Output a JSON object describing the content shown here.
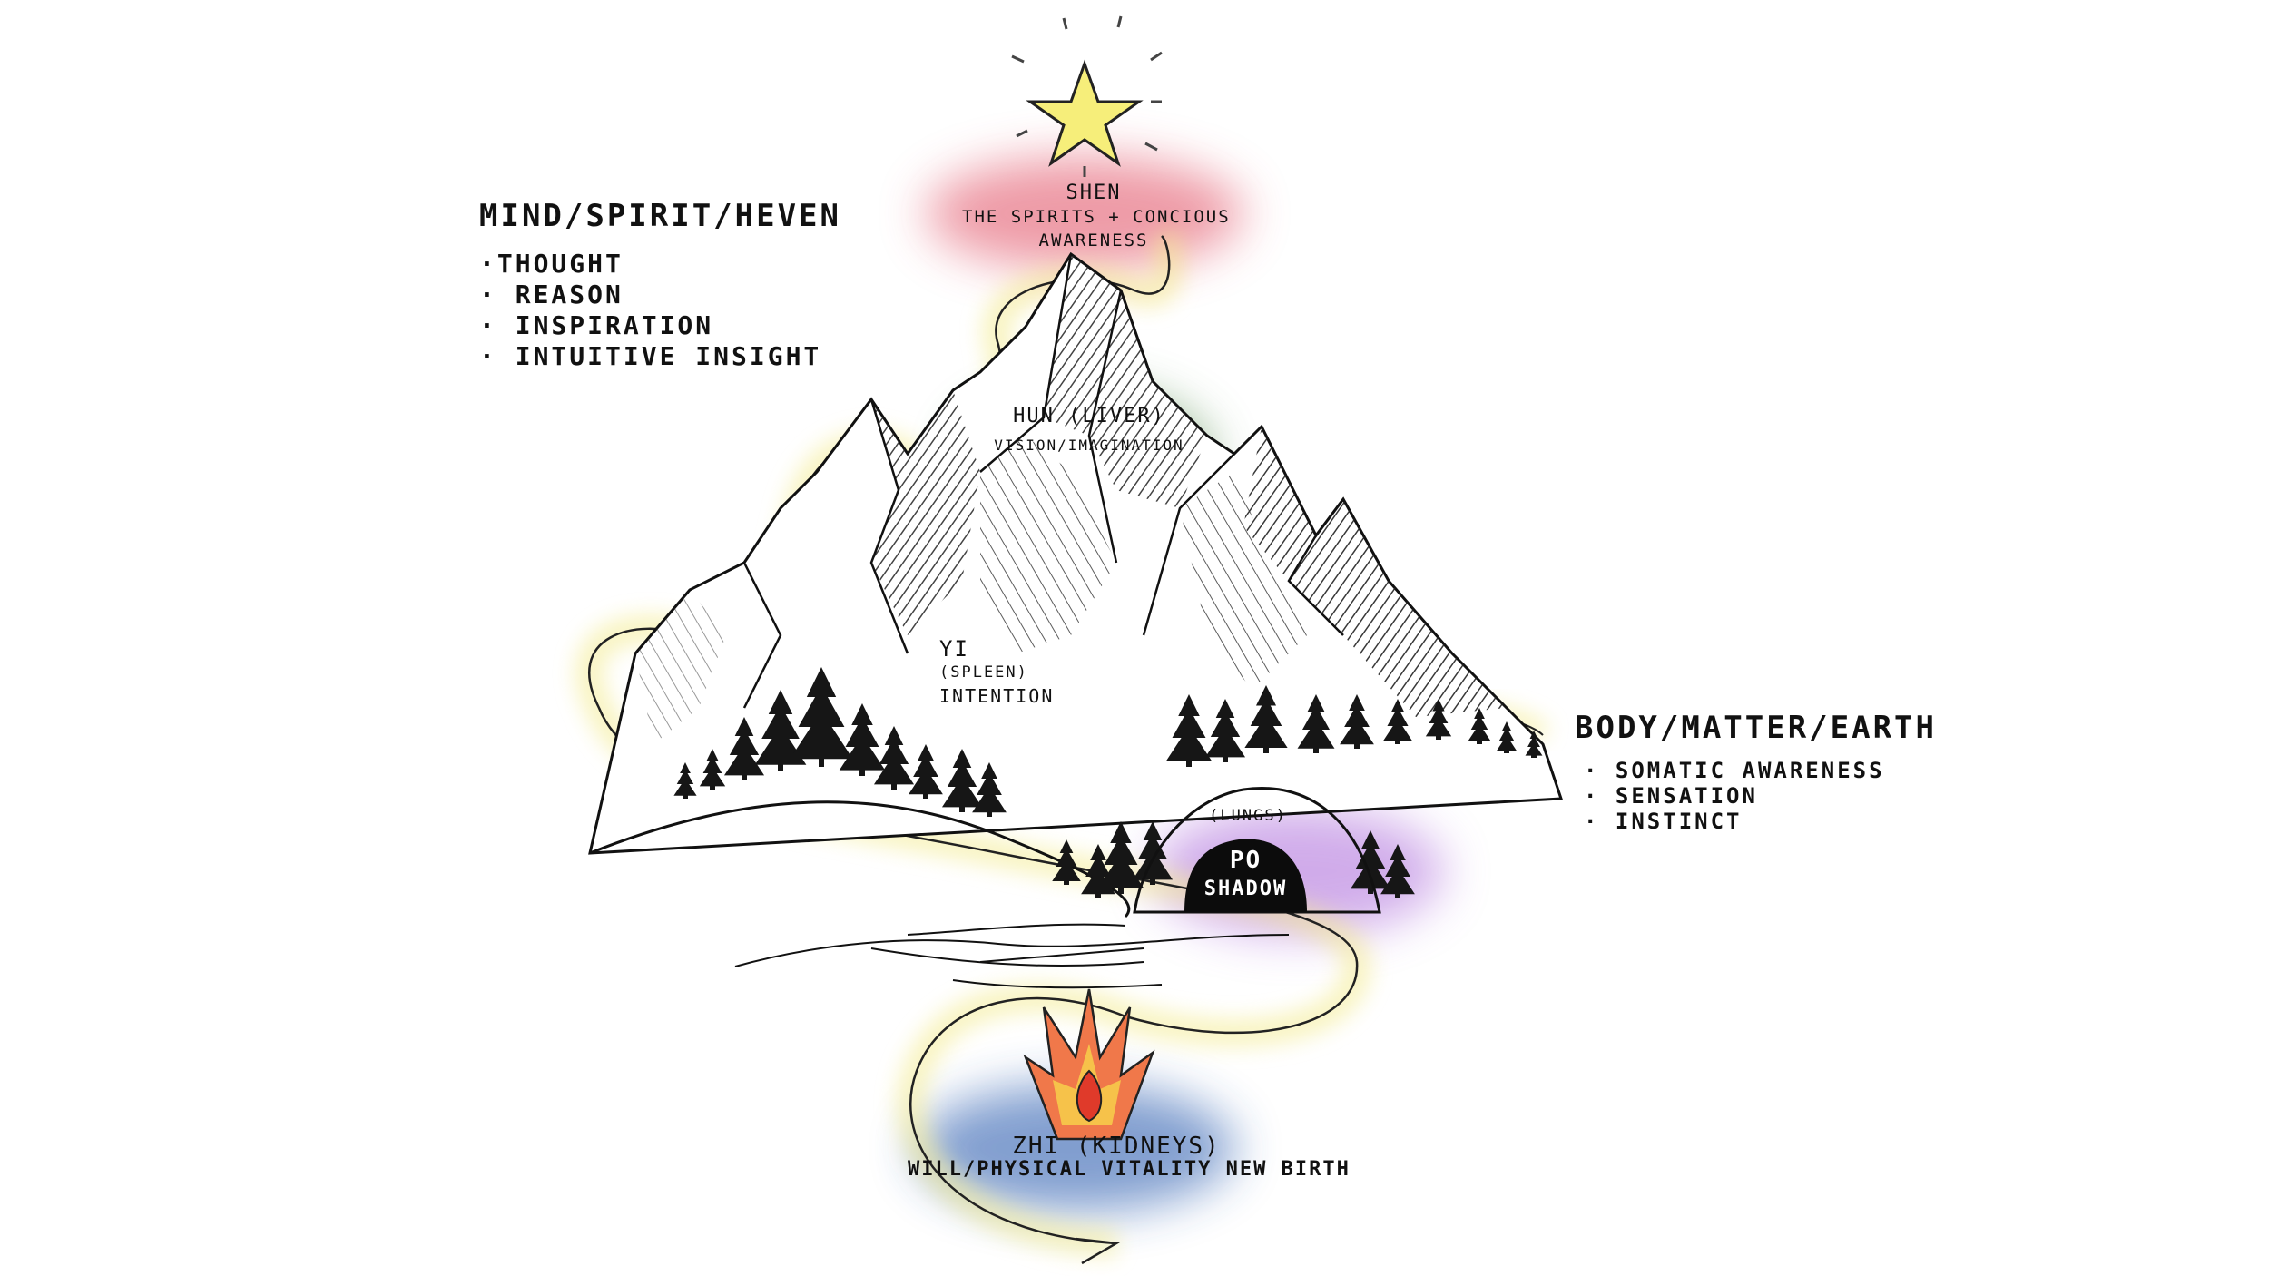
{
  "left_section": {
    "heading": "MIND/SPIRIT/HEVEN",
    "bullets": [
      "·THOUGHT",
      "· REASON",
      "· INSPIRATION",
      "· INTUITIVE INSIGHT"
    ]
  },
  "right_section": {
    "heading": "BODY/MATTER/EARTH",
    "bullets": [
      "· SOMATIC AWARENESS",
      "· SENSATION",
      "· INSTINCT"
    ]
  },
  "shen": {
    "line1": "SHEN",
    "line2": "THE SPIRITS + CONCIOUS",
    "line3": "AWARENESS",
    "color": "#e0485e"
  },
  "hun": {
    "line1": "HUN (LIVER)",
    "line2": "VISION/IMAGINATION",
    "color": "#4f8a4a"
  },
  "yi": {
    "line1": "YI",
    "line2": "(SPLEEN)",
    "line3": "INTENTION",
    "color": "#f0a020"
  },
  "po": {
    "note": "(LUNGS)",
    "line1": "PO",
    "line2": "SHADOW",
    "color": "#a25ad6"
  },
  "zhi": {
    "line1": "ZHI (KIDNEYS)",
    "line2": "WILL/PHYSICAL VITALITY NEW BIRTH",
    "color": "#2f5fb0"
  },
  "path_color": "#f3ea8a",
  "icons": [
    "star-icon",
    "flame-icon",
    "mountain-illustration",
    "pine-tree-icon",
    "cave-icon",
    "river-icon"
  ]
}
